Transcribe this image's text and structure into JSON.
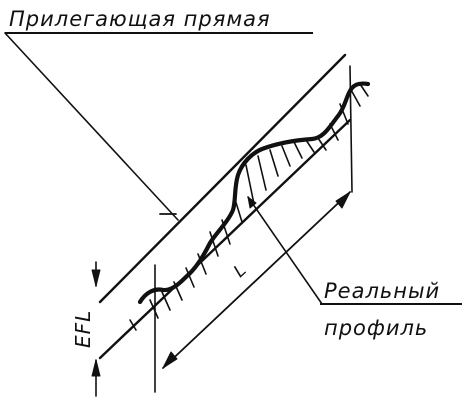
{
  "labels": {
    "top": "Прилегающая прямая",
    "real_line1": "Реальный",
    "real_line2": "профиль",
    "efl": "EFL",
    "l": "L"
  },
  "colors": {
    "ink": "#111111",
    "background": "#ffffff"
  }
}
